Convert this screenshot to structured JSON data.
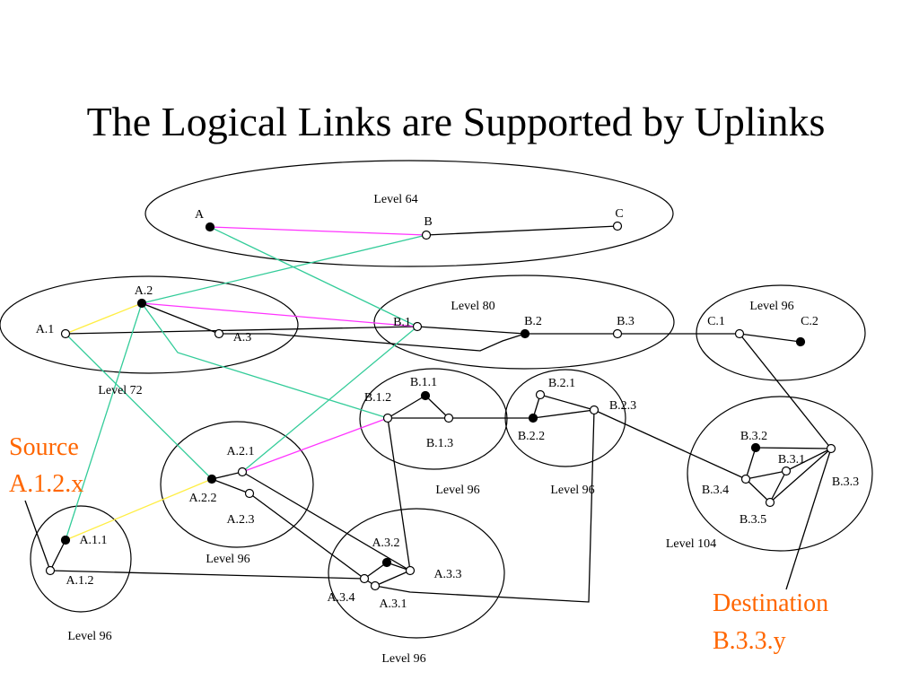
{
  "slide": {
    "title": "The Logical Links are Supported by Uplinks"
  },
  "colors": {
    "physical": "#000000",
    "logical": "#ff33ff",
    "uplink": "#33cc99",
    "path": "#ffee44",
    "callout": "#ff6600"
  },
  "clusters": {
    "top": {
      "label": "Level 64"
    },
    "a": {
      "label": "Level 72"
    },
    "b": {
      "label": "Level 80"
    },
    "c": {
      "label": "Level 96"
    },
    "a1": {
      "label": "Level 96"
    },
    "a2": {
      "label": "Level 96"
    },
    "a3": {
      "label": "Level 96"
    },
    "b1": {
      "label": "Level 96"
    },
    "b2": {
      "label": "Level 96"
    },
    "b3": {
      "label": "Level 104"
    }
  },
  "nodes": {
    "A": "A",
    "B": "B",
    "C": "C",
    "A2": "A.2",
    "A1": "A.1",
    "A3": "A.3",
    "B1": "B.1",
    "B2": "B.2",
    "B3": "B.3",
    "C1": "C.1",
    "C2": "C.2",
    "B11": "B.1.1",
    "B12": "B.1.2",
    "B13": "B.1.3",
    "B21": "B.2.1",
    "B22": "B.2.2",
    "B23": "B.2.3",
    "A21": "A.2.1",
    "A22": "A.2.2",
    "A23": "A.2.3",
    "A11": "A.1.1",
    "A12": "A.1.2",
    "A32": "A.3.2",
    "A33": "A.3.3",
    "A34": "A.3.4",
    "A31": "A.3.1",
    "B32": "B.3.2",
    "B31": "B.3.1",
    "B33": "B.3.3",
    "B34": "B.3.4",
    "B35": "B.3.5"
  },
  "callouts": {
    "source": {
      "line1": "Source",
      "line2": "A.1.2.x"
    },
    "destination": {
      "line1": "Destination",
      "line2": "B.3.3.y"
    }
  }
}
